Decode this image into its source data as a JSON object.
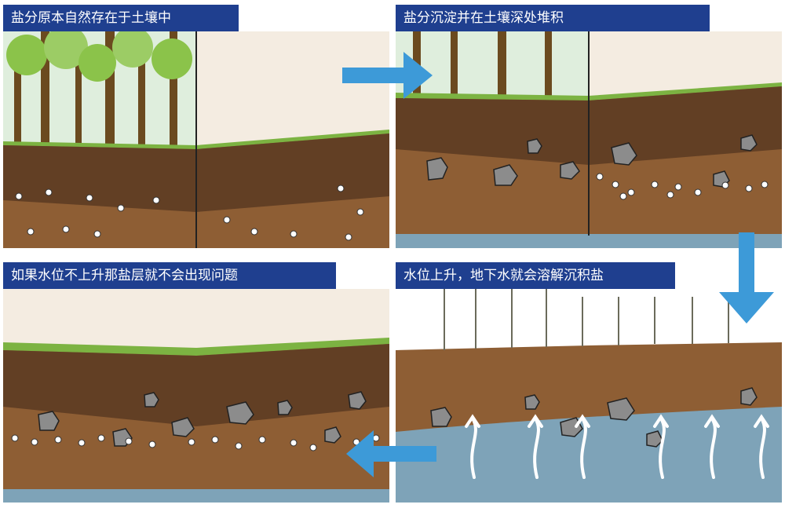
{
  "panels": [
    {
      "id": "p1",
      "title": "盐分原本自然存在于土壤中"
    },
    {
      "id": "p2",
      "title": "盐分沉淀并在土壤深处堆积"
    },
    {
      "id": "p3",
      "title": "如果水位不上升那盐层就不会出现问题"
    },
    {
      "id": "p4",
      "title": "水位上升，地下水就会溶解沉积盐"
    }
  ],
  "colors": {
    "title_bg": "#1f3f8f",
    "sky": "#f4ece1",
    "soil": "#8e5e34",
    "topsoil": "#5b3a22",
    "groundwater": "#7ea3b8",
    "arrow": "#3d9ad8",
    "rock": "#8c8c8c",
    "salt": "#ffffff"
  },
  "icons": [
    "arrow-right-icon",
    "arrow-down-icon",
    "arrow-left-icon",
    "upward-arrow-icon",
    "tree-icon",
    "grass-icon",
    "rock-icon",
    "salt-crystal-icon",
    "reed-icon"
  ]
}
